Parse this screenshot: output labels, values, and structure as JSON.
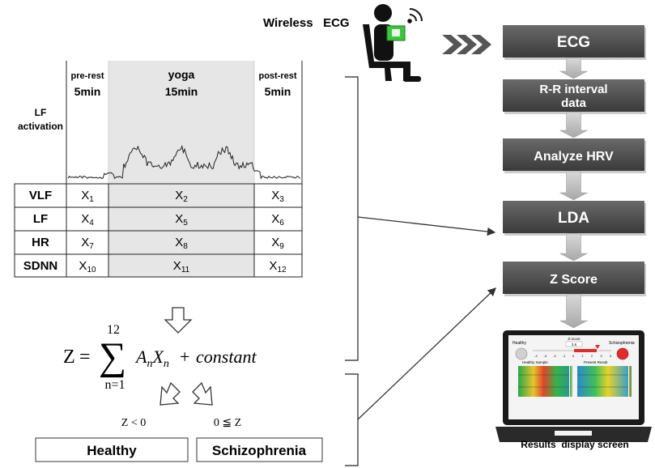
{
  "header": {
    "wireless_ecg": "Wireless   ECG"
  },
  "session": {
    "row_label": "LF\nactivation",
    "phases": [
      {
        "name": "pre-rest",
        "duration": "5min"
      },
      {
        "name": "yoga",
        "duration": "15min"
      },
      {
        "name": "post-rest",
        "duration": "5min"
      }
    ],
    "features": [
      {
        "label": "VLF",
        "cells": [
          [
            "X",
            "1"
          ],
          [
            "X",
            "2"
          ],
          [
            "X",
            "3"
          ]
        ]
      },
      {
        "label": "LF",
        "cells": [
          [
            "X",
            "4"
          ],
          [
            "X",
            "5"
          ],
          [
            "X",
            "6"
          ]
        ]
      },
      {
        "label": "HR",
        "cells": [
          [
            "X",
            "7"
          ],
          [
            "X",
            "8"
          ],
          [
            "X",
            "9"
          ]
        ]
      },
      {
        "label": "SDNN",
        "cells": [
          [
            "X",
            "10"
          ],
          [
            "X",
            "11"
          ],
          [
            "X",
            "12"
          ]
        ]
      }
    ]
  },
  "formula": {
    "lhs": "Z",
    "equals": "=",
    "sum_upper": "12",
    "sum_lower": "n=1",
    "term_a": "A",
    "term_x": "X",
    "sub": "n",
    "plus": "+",
    "constant": "constant"
  },
  "classification": {
    "rule_left": "Z < 0",
    "rule_right": "0 ≦ Z",
    "healthy": "Healthy",
    "schizophrenia": "Schizophrenia"
  },
  "pipeline": {
    "steps": [
      "ECG",
      "R-R interval\ndata",
      "Analyze HRV",
      "LDA",
      "Z Score"
    ],
    "colors": {
      "box_top": "#6a6a6a",
      "box_bottom": "#3c3c3c",
      "arrow": "#b8b8b8"
    }
  },
  "screen": {
    "caption": "Results  display screen",
    "mini": {
      "healthy": "Healthy",
      "schizophrenia": "Schizophrenia",
      "zscore_label": "Z-score",
      "zscore_value": "3.6",
      "ticks": [
        "-4",
        "-3",
        "-2",
        "-1",
        "0",
        "1",
        "2",
        "3",
        "4"
      ],
      "left_panel": "Healthy  Sample",
      "right_panel": "Present Result"
    }
  }
}
